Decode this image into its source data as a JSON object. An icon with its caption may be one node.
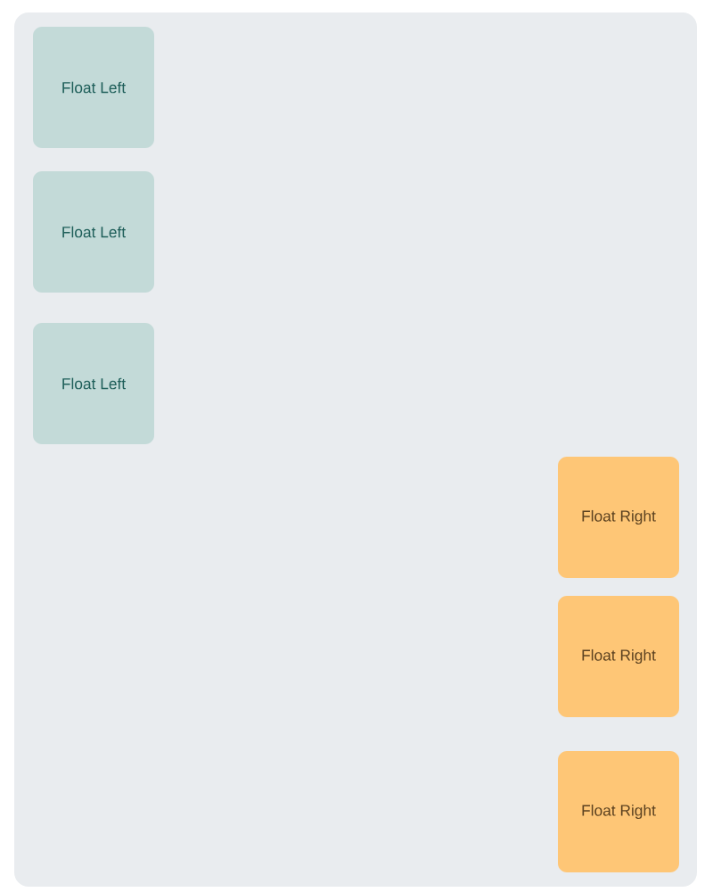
{
  "diagram": {
    "nodes": [
      {
        "text": [],
        "shape": "box"
      },
      {
        "text": [
          "Float Left"
        ],
        "in": 0
      },
      {
        "text": [
          "Float Left"
        ],
        "in": 0
      },
      {
        "text": [
          "Float Left"
        ],
        "in": 0
      },
      {
        "text": [
          "Float Right"
        ],
        "in": 0
      },
      {
        "text": [
          "Float Right"
        ],
        "in": 0
      },
      {
        "text": [
          "Float Right"
        ],
        "in": 0
      }
    ]
  }
}
